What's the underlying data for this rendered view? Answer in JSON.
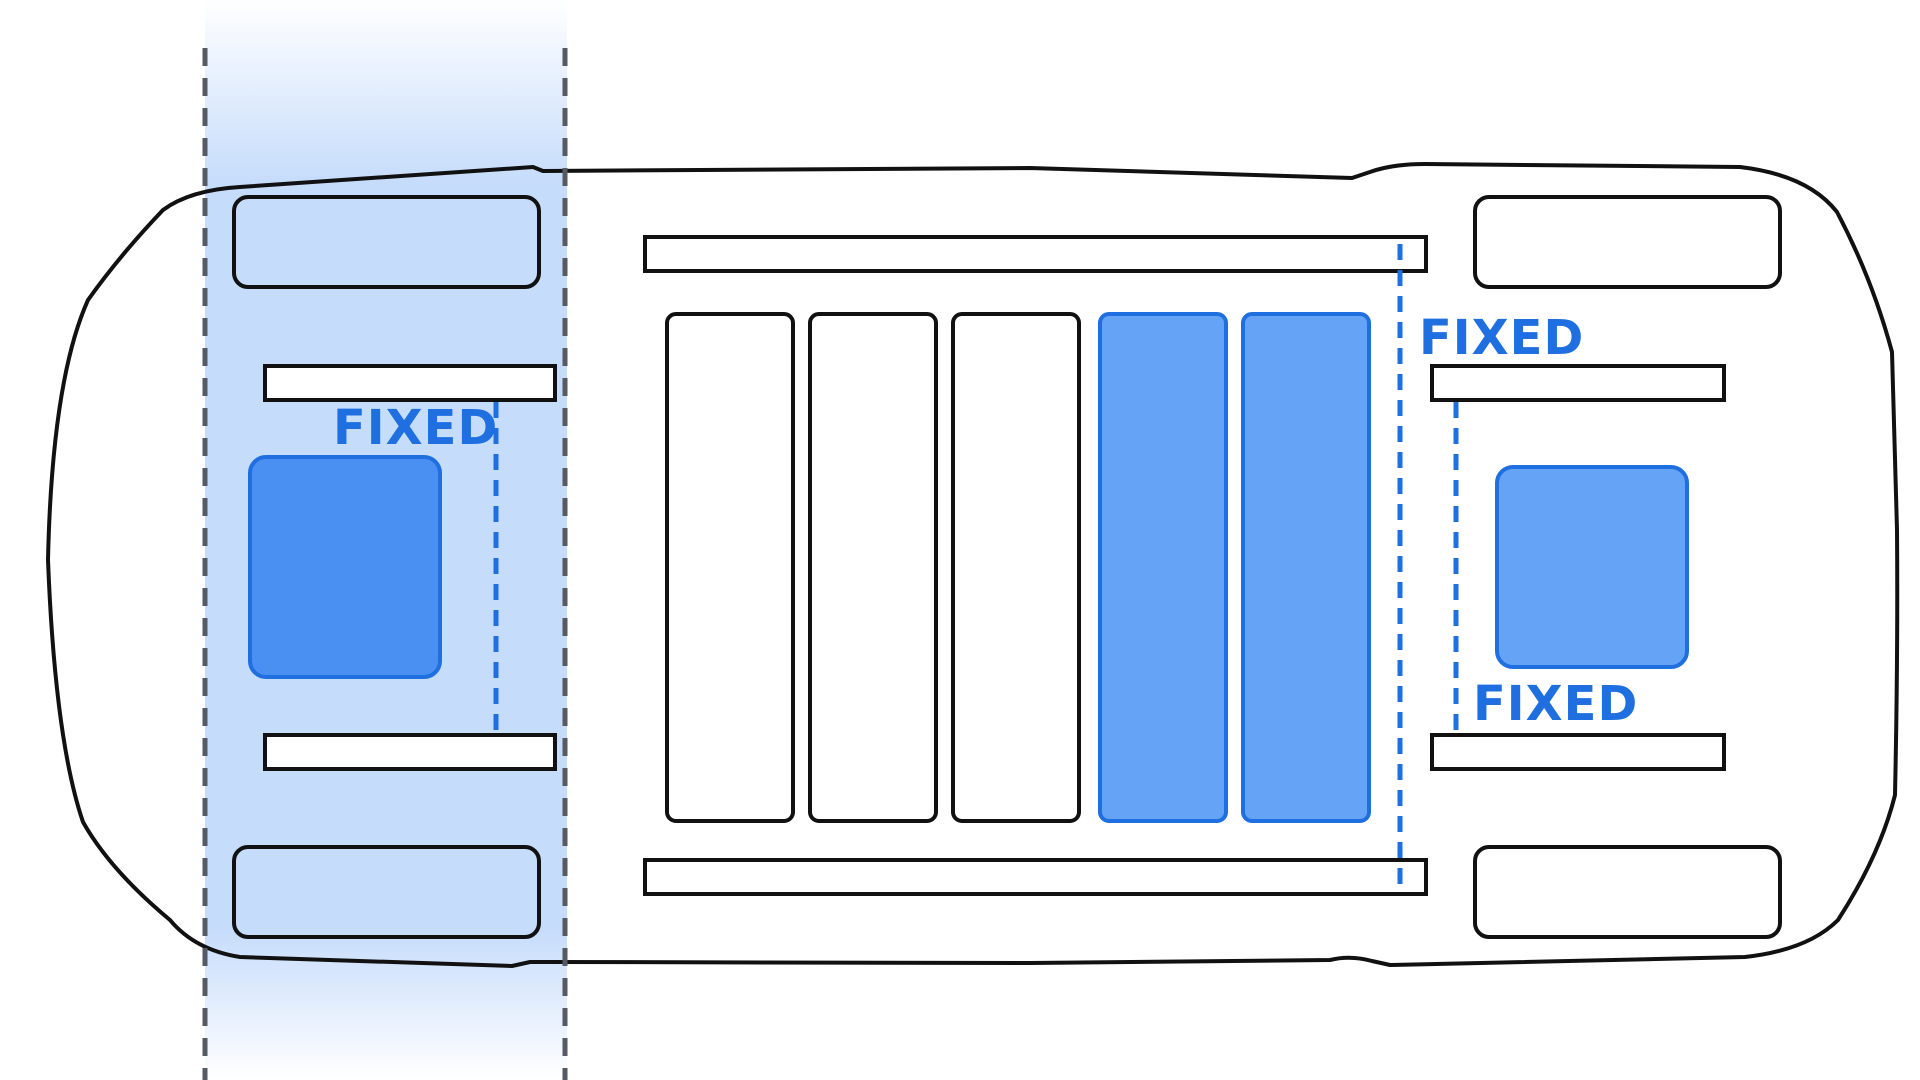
{
  "diagram": {
    "labels": {
      "front_left": "FIXED",
      "rear_top": "FIXED",
      "rear_bottom": "FIXED"
    },
    "colors": {
      "outline": "#111111",
      "accent": "#1f6fe0",
      "band_fill": "#c6dcfb",
      "motor_front": "#4a8ff2",
      "motor_rear": "#64a3f5",
      "module_highlight": "#64a3f5",
      "boundary_dash": "#555a63"
    },
    "battery_modules": {
      "total": 5,
      "highlighted": [
        4,
        5
      ]
    }
  }
}
